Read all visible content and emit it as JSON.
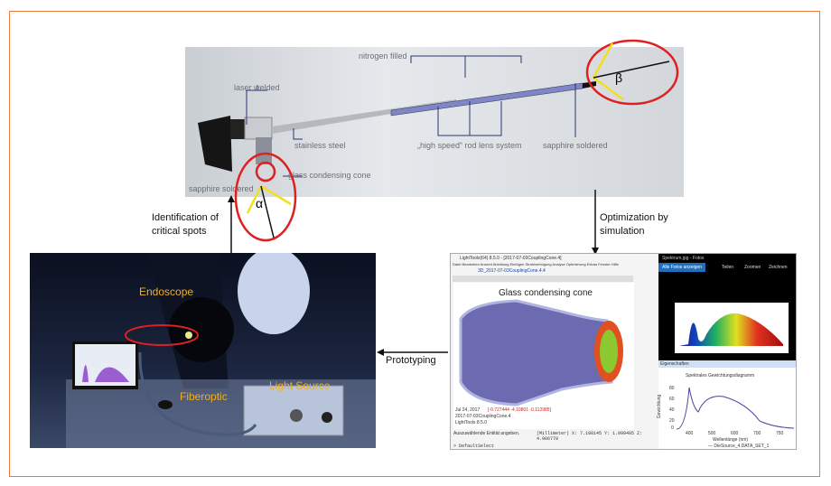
{
  "endoscope": {
    "annotations": {
      "nitrogen": "nitrogen filled",
      "laser": "laser welded",
      "steel": "stainless steel",
      "rodlens": "„high speed“ rod lens system",
      "sapphire_tip": "sapphire soldered",
      "cone": "glass condensing cone",
      "sapphire_base": "sapphire soldered",
      "alpha": "α",
      "beta": "β"
    }
  },
  "flow": {
    "identification": "Identification of critical spots",
    "optimization": "Optimization by simulation",
    "prototyping": "Prototyping"
  },
  "lab_photo": {
    "endoscope": "Endoscope",
    "fiberoptic": "Fiberoptic",
    "light_source": "Light Source"
  },
  "simulation": {
    "title_bar": "LightTools(64) 8.5.0 - [2017-07-03CouplingCone.4]",
    "menu": "Datei  Bearbeiten  Ansicht  Abbildung  Einfügen  Strahlverfolgung  Analyse  Optimierung  Extras  Fenster  Hilfe",
    "tab": "3D_2017-07-03CouplingCone.4.4",
    "heading": "Glass condensing cone",
    "status_date": "Jul 24, 2017",
    "status_coords": "[-0.727444 -4.10801 -0.112985]",
    "status_file": "2017-07-03CouplingCone.4",
    "status_version": "LightTools 8.5.0",
    "command_prompt": "Auszuwählende Entität angeben.",
    "command_coords": "(Millimeter) X: 7.108145  Y: 1.099405  Z: 4.906778",
    "command_input": "> DefaultSelect",
    "photo_title": "Spektrum.jpg - Fotos",
    "photo_all": "Alle Fotos anzeigen",
    "photo_share": "Teilen",
    "photo_zoom": "Zoomen",
    "photo_draw": "Zeichnen",
    "properties_title": "Eigenschaften",
    "properties_tab": "Spektrales Gewichtungsdiagramm",
    "x_axis_label": "Wellenlänge (nm)",
    "y_axis_label": "Gewichtung",
    "legend": "— DieSource_4.DATA_SET_1",
    "x_ticks": [
      "400",
      "500",
      "600",
      "700",
      "750"
    ],
    "y_ticks": [
      "80",
      "60",
      "40",
      "20",
      "0"
    ]
  },
  "colors": {
    "frame": "#e87a3c",
    "label_yellow": "#f0b020",
    "circle_red": "#e02020"
  }
}
